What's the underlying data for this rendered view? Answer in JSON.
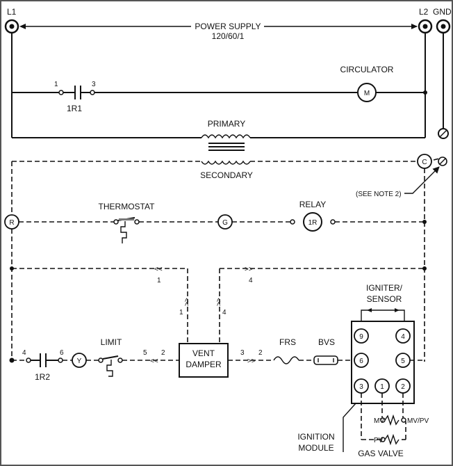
{
  "terminals": {
    "l1": "L1",
    "l2": "L2",
    "gnd": "GND",
    "c": "C",
    "r": "R",
    "g": "G",
    "y": "Y"
  },
  "power_supply": {
    "line1": "POWER SUPPLY",
    "line2": "120/60/1"
  },
  "circulator": {
    "label": "CIRCULATOR",
    "symbol": "M"
  },
  "contact_1r1": {
    "label": "1R1",
    "left_terminal": "1",
    "right_terminal": "3"
  },
  "transformer": {
    "primary": "PRIMARY",
    "secondary": "SECONDARY"
  },
  "note": "(SEE NOTE 2)",
  "thermostat": "THERMOSTAT",
  "relay": {
    "label": "RELAY",
    "symbol": "1R"
  },
  "wire_numbers": {
    "upper_left": "1",
    "upper_right": "4",
    "vent_left": "1",
    "vent_right": "4"
  },
  "contact_1r2": {
    "label": "1R2",
    "left_terminal": "4",
    "right_terminal": "6"
  },
  "limit": "LIMIT",
  "limit_wires": [
    "5",
    "2"
  ],
  "vent_damper": {
    "line1": "VENT",
    "line2": "DAMPER"
  },
  "damper_out_wires": [
    "3",
    "2"
  ],
  "frs": "FRS",
  "bvs": "BVS",
  "igniter_sensor": {
    "line1": "IGNITER/",
    "line2": "SENSOR"
  },
  "module_terminals": [
    "9",
    "4",
    "6",
    "5",
    "3",
    "1",
    "2"
  ],
  "ignition_module": {
    "line1": "IGNITION",
    "line2": "MODULE"
  },
  "gas_valve": {
    "label": "GAS VALVE",
    "mv": "MV",
    "mv_pv": "MV/PV",
    "pv": "PV"
  }
}
